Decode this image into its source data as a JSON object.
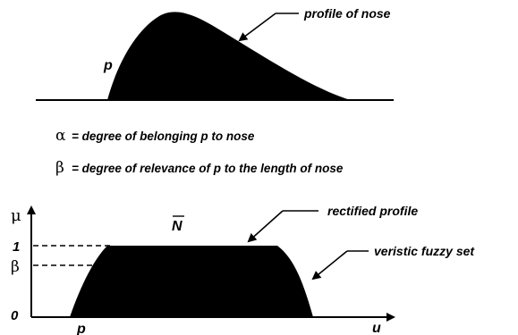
{
  "top": {
    "profile_label": "profile of nose",
    "point_label": "p"
  },
  "definitions": [
    {
      "symbol": "α",
      "text": "= degree of belonging p to nose"
    },
    {
      "symbol": "β",
      "text": "= degree of relevance of p to the length of nose"
    }
  ],
  "bottom": {
    "y_axis_label": "μ",
    "x_axis_label": "u",
    "set_label": "N",
    "tick_one": "1",
    "tick_beta": "β",
    "tick_zero": "0",
    "point_label": "p",
    "rectified_label": "rectified profile",
    "veristic_label": "veristic fuzzy set"
  },
  "colors": {
    "ink": "#000000",
    "paper": "#ffffff"
  }
}
